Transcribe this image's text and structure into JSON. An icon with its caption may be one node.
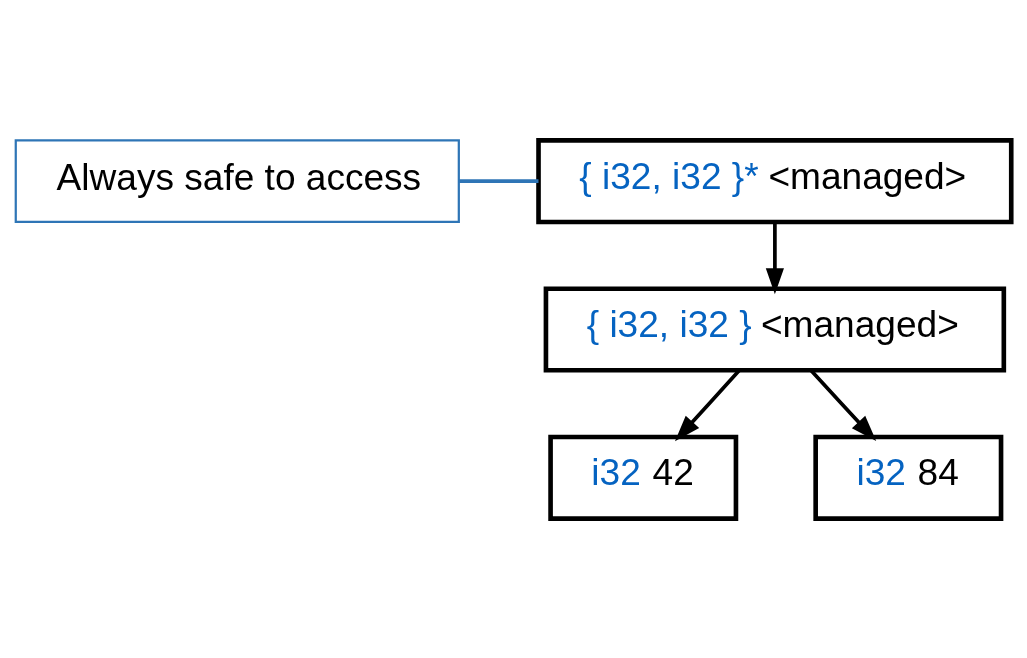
{
  "diagram": {
    "nodes": [
      {
        "text": [
          "{ i32, i32 }* <managed>"
        ]
      },
      {
        "text": [
          "Always safe to access"
        ]
      },
      {
        "text": [
          "{ i32, i32 } <managed>"
        ]
      },
      {
        "text": [
          "i32 42"
        ]
      },
      {
        "text": [
          "i32 84"
        ]
      }
    ],
    "edges": [
      {
        "from": 1,
        "to": 0,
        "arrow": "none",
        "color": "#2e75b6"
      },
      {
        "from": 0,
        "to": 2,
        "arrow": "to"
      },
      {
        "from": 2,
        "to": 3,
        "arrow": "to"
      },
      {
        "from": 2,
        "to": 4,
        "arrow": "to"
      }
    ]
  }
}
